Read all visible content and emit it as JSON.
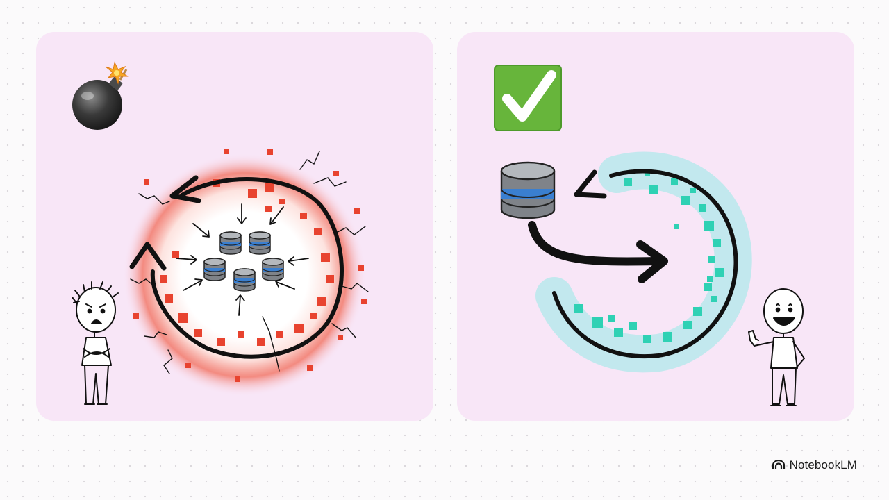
{
  "brand": {
    "name": "NotebookLM",
    "icon": "notebooklm-logo-icon"
  },
  "panels": [
    {
      "id": "problem",
      "status_icon": "bomb-icon",
      "accent": "#e8432f",
      "databases": 5,
      "mood": "worried"
    },
    {
      "id": "solution",
      "status_icon": "check-mark-icon",
      "accent": "#2fd1b4",
      "databases": 1,
      "mood": "happy"
    }
  ],
  "colors": {
    "background": "#fbfafb",
    "panel": "#f8e6f7",
    "danger": "#e8432f",
    "success": "#2fd1b4",
    "check_box": "#67b53b",
    "db_body": "#7f8389",
    "db_band": "#3a7fd0"
  }
}
